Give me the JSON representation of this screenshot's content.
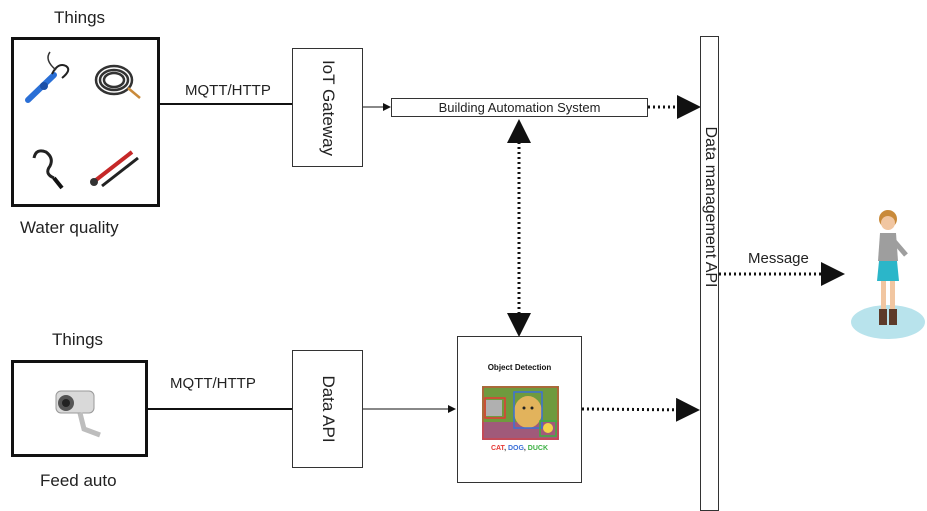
{
  "things_top": {
    "heading": "Things",
    "caption": "Water quality"
  },
  "things_bottom": {
    "heading": "Things",
    "caption": "Feed auto"
  },
  "protocol_top": "MQTT/HTTP",
  "protocol_bottom": "MQTT/HTTP",
  "iot_gateway": "IoT Gateway",
  "data_api": "Data API",
  "bas": "Building Automation System",
  "data_management_api": "Data management API",
  "message": "Message",
  "object_detection": {
    "title": "Object Detection",
    "legend": {
      "cat": "CAT",
      "dog": "DOG",
      "duck": "DUCK",
      "sep": ", "
    }
  },
  "colors": {
    "cat": "#e53935",
    "dog": "#3b6fd8",
    "duck": "#3cb043",
    "platform": "#b8e3ec",
    "shirt": "#2bb6c9"
  },
  "icons": [
    "probe-sensor-icon",
    "coiled-cable-icon",
    "ph-electrode-icon",
    "test-lead-icon",
    "cctv-camera-icon",
    "person-icon"
  ]
}
